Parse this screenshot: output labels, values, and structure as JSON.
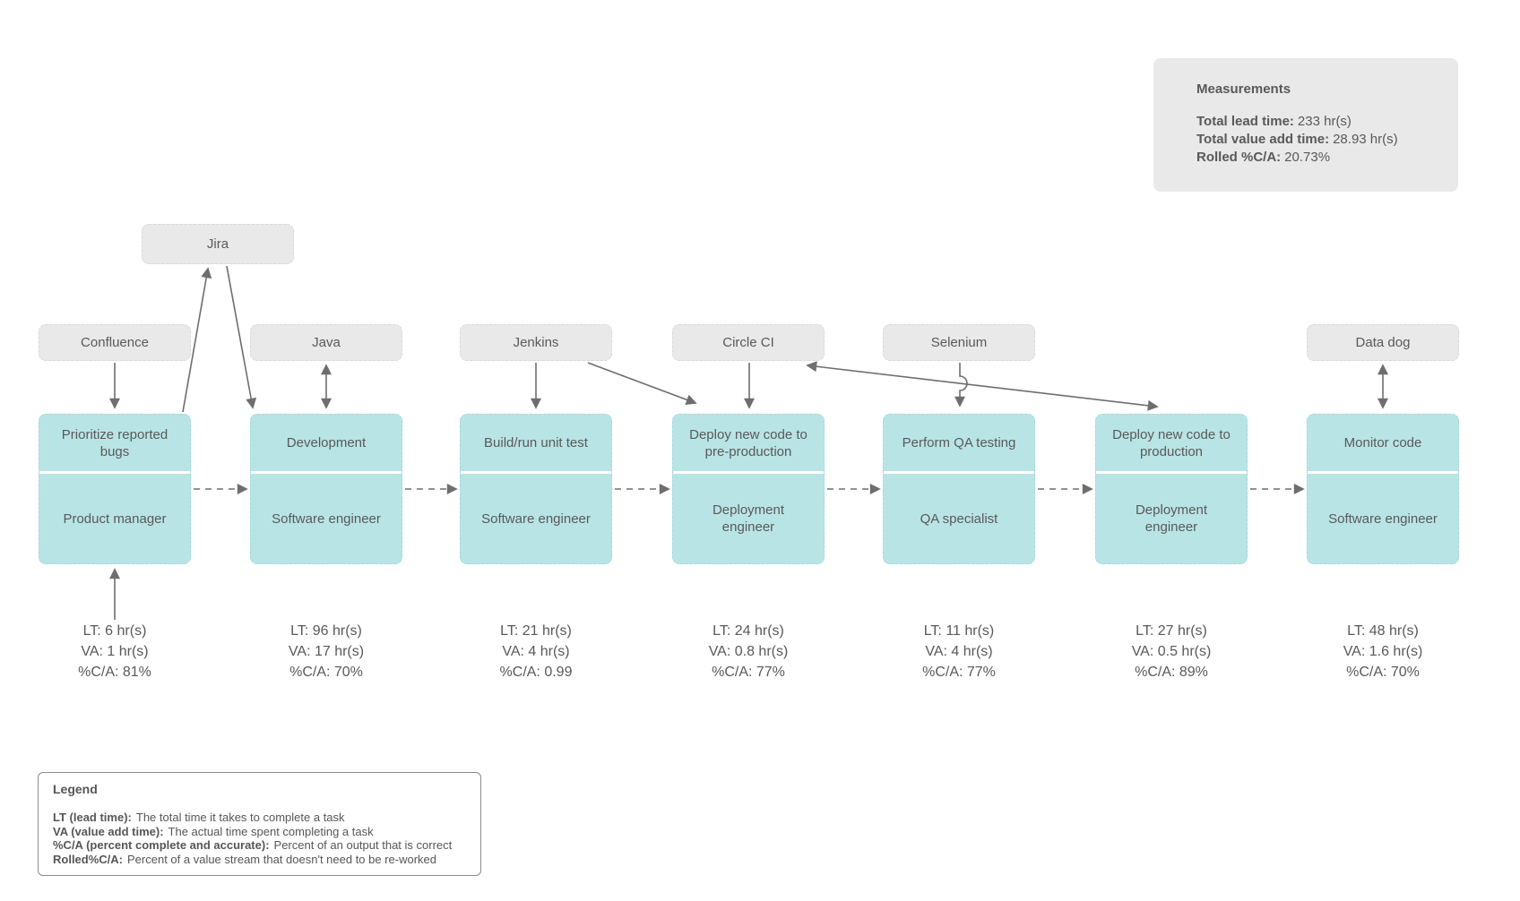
{
  "measurements": {
    "title": "Measurements",
    "items": [
      {
        "label": "Total lead time:",
        "value": "233 hr(s)"
      },
      {
        "label": "Total value add time:",
        "value": "28.93 hr(s)"
      },
      {
        "label": "Rolled %C/A:",
        "value": "20.73%"
      }
    ]
  },
  "tools": {
    "jira": "Jira",
    "confluence": "Confluence",
    "java": "Java",
    "jenkins": "Jenkins",
    "circle_ci": "Circle CI",
    "selenium": "Selenium",
    "data_dog": "Data dog"
  },
  "stages": [
    {
      "task": "Prioritize reported bugs",
      "role": "Product manager",
      "metrics": [
        "LT: 6 hr(s)",
        "VA: 1 hr(s)",
        "%C/A: 81%"
      ]
    },
    {
      "task": "Development",
      "role": "Software engineer",
      "metrics": [
        "LT: 96 hr(s)",
        "VA: 17 hr(s)",
        "%C/A: 70%"
      ]
    },
    {
      "task": "Build/run unit test",
      "role": "Software engineer",
      "metrics": [
        "LT: 21 hr(s)",
        "VA: 4 hr(s)",
        "%C/A: 0.99"
      ]
    },
    {
      "task": "Deploy new code to pre-production",
      "role": "Deployment engineer",
      "metrics": [
        "LT: 24 hr(s)",
        "VA: 0.8 hr(s)",
        "%C/A: 77%"
      ]
    },
    {
      "task": "Perform QA testing",
      "role": "QA specialist",
      "metrics": [
        "LT: 11 hr(s)",
        "VA: 4 hr(s)",
        "%C/A: 77%"
      ]
    },
    {
      "task": "Deploy new code to production",
      "role": "Deployment engineer",
      "metrics": [
        "LT: 27 hr(s)",
        "VA: 0.5 hr(s)",
        "%C/A: 89%"
      ]
    },
    {
      "task": "Monitor code",
      "role": "Software engineer",
      "metrics": [
        "LT: 48 hr(s)",
        "VA: 1.6 hr(s)",
        "%C/A: 70%"
      ]
    }
  ],
  "legend": {
    "title": "Legend",
    "items": [
      {
        "term": "LT (lead time):",
        "desc": "The total time it takes to complete a task"
      },
      {
        "term": "VA (value add time):",
        "desc": "The actual time spent completing a task"
      },
      {
        "term": "%C/A (percent complete and accurate):",
        "desc": "Percent of an output that is correct"
      },
      {
        "term": "Rolled%C/A:",
        "desc": "Percent of a value stream that doesn't need to be re-worked"
      }
    ]
  },
  "colors": {
    "process_fill": "#b9e4e6",
    "tool_fill": "#e9e9e9",
    "panel_fill": "#e9e9e9",
    "text": "#595959",
    "arrow": "#6e6e6e",
    "legend_border": "#8c8c8c",
    "background": "#ffffff"
  }
}
